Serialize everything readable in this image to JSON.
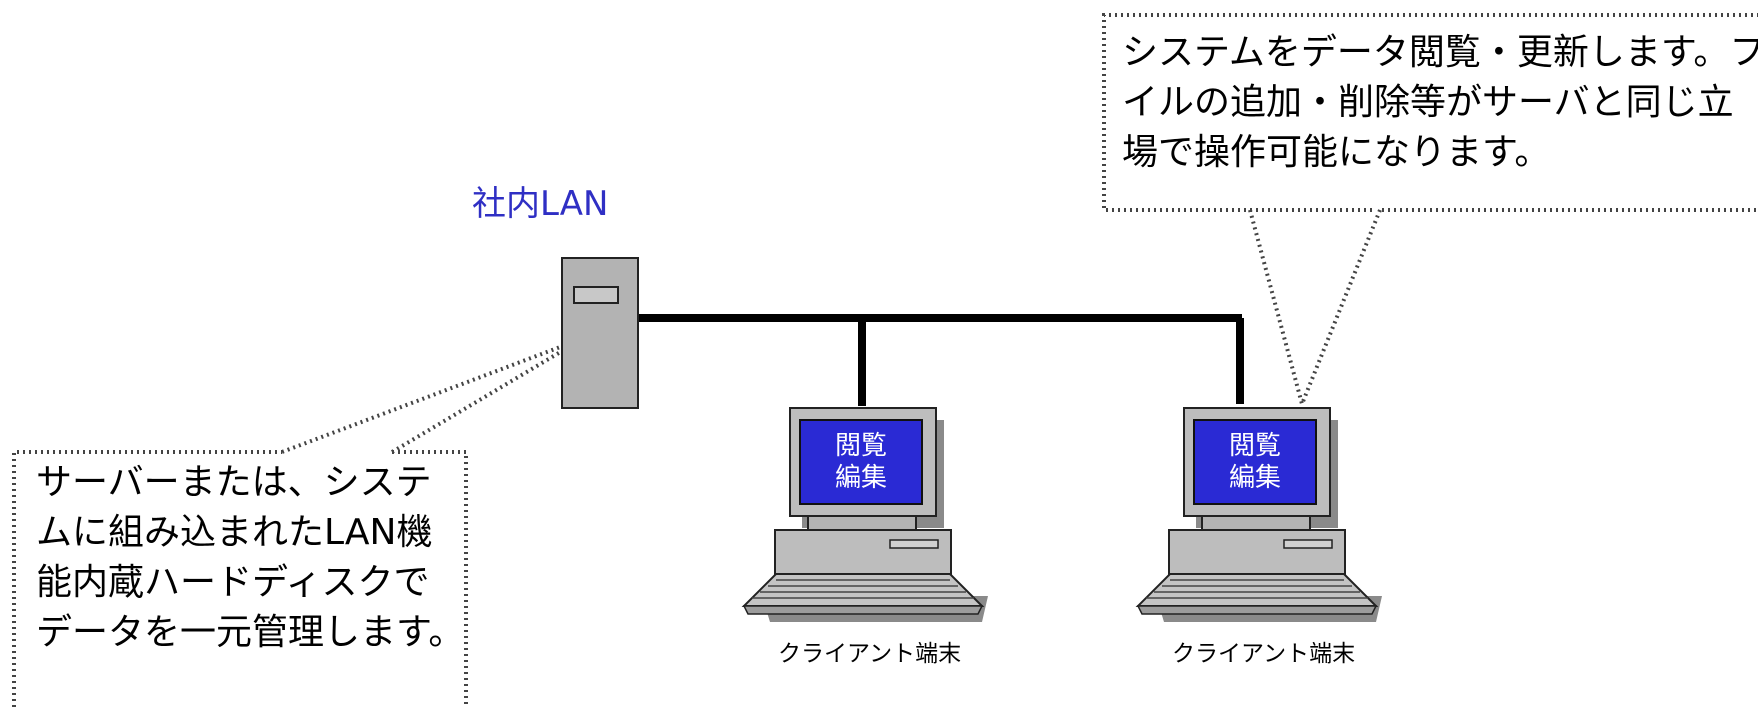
{
  "network_label": "社内LAN",
  "left_callout": {
    "lines": [
      "サーバーまたは、システ",
      "ムに組み込まれたLAN機",
      "能内蔵ハードディスクで",
      "データを一元管理します。"
    ]
  },
  "right_callout": {
    "lines": [
      "システムをデータ閲覧・更新します。ファ",
      "イルの追加・削除等がサーバと同じ立",
      "場で操作可能になります。"
    ]
  },
  "clients": [
    {
      "screen_line1": "閲覧",
      "screen_line2": "編集",
      "label": "クライアント端末"
    },
    {
      "screen_line1": "閲覧",
      "screen_line2": "編集",
      "label": "クライアント端末"
    }
  ],
  "colors": {
    "lan_label": "#2f2fc4",
    "screen": "#2a2ad4",
    "device_gray": "#b8b8b8",
    "shadow": "#8a8a8a"
  },
  "icons": {
    "server": "server-tower-icon",
    "client": "desktop-computer-icon"
  }
}
